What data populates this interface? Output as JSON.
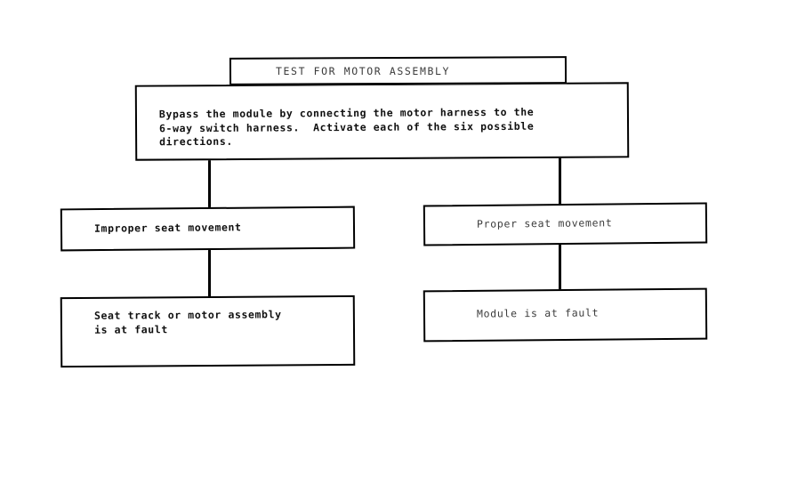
{
  "diagram": {
    "title": "TEST FOR MOTOR ASSEMBLY",
    "ink_color": "#000000",
    "background_color": "#ffffff",
    "nodes": {
      "title_plate": {
        "label": "TEST FOR MOTOR ASSEMBLY"
      },
      "instruction": {
        "label": "Bypass the module by connecting the motor harness to the\n6-way switch harness.  Activate each of the six possible\ndirections."
      },
      "left_outcome": {
        "label": "Improper seat movement"
      },
      "left_result": {
        "label": "Seat track or motor assembly\nis at fault"
      },
      "right_outcome": {
        "label": "Proper seat movement"
      },
      "right_result": {
        "label": "Module is at fault"
      }
    }
  }
}
